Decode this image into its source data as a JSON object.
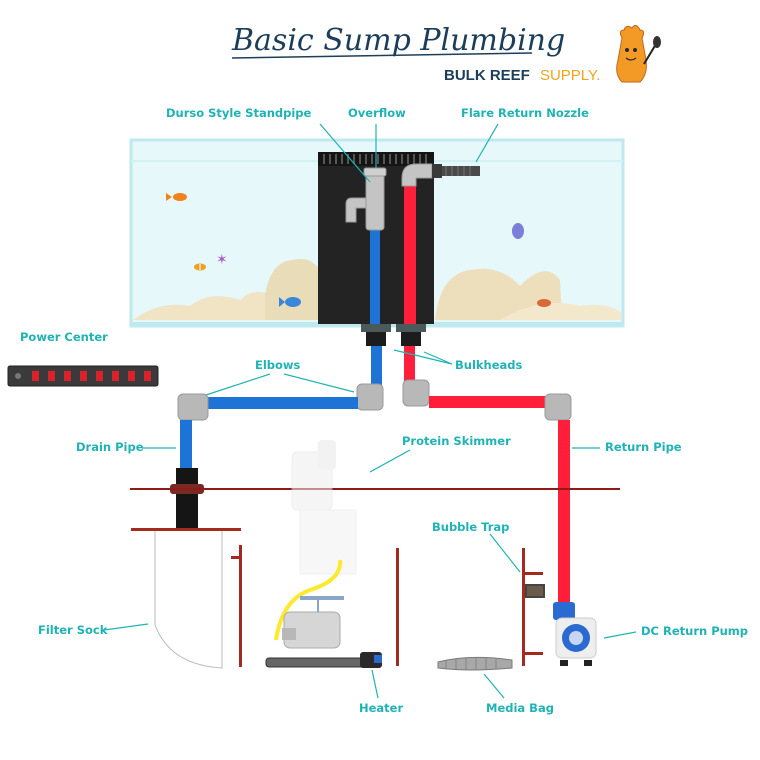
{
  "header": {
    "title": "Basic Sump Plumbing",
    "brand_primary": "BULK REEF",
    "brand_secondary": "SUPPLY."
  },
  "colors": {
    "label": "#1fb3b5",
    "title": "#1d3e5a",
    "brand_primary": "#1d3e5a",
    "brand_secondary": "#f3a21e",
    "drain_pipe": "#1e73d6",
    "return_pipe": "#ff1f3a",
    "fittings": "#b8b8b8",
    "stand_shelf": "#8e1b15",
    "overflow_box": "#232323",
    "tank_water": "#e6f8fa",
    "sand": "#f0e4c4"
  },
  "labels": {
    "durso": "Durso Style Standpipe",
    "overflow": "Overflow",
    "flare": "Flare Return Nozzle",
    "power_center": "Power Center",
    "elbows": "Elbows",
    "bulkheads": "Bulkheads",
    "drain_pipe": "Drain Pipe",
    "protein_skimmer": "Protein Skimmer",
    "return_pipe": "Return Pipe",
    "bubble_trap": "Bubble Trap",
    "filter_sock": "Filter Sock",
    "dc_return_pump": "DC Return Pump",
    "heater": "Heater",
    "media_bag": "Media Bag"
  }
}
